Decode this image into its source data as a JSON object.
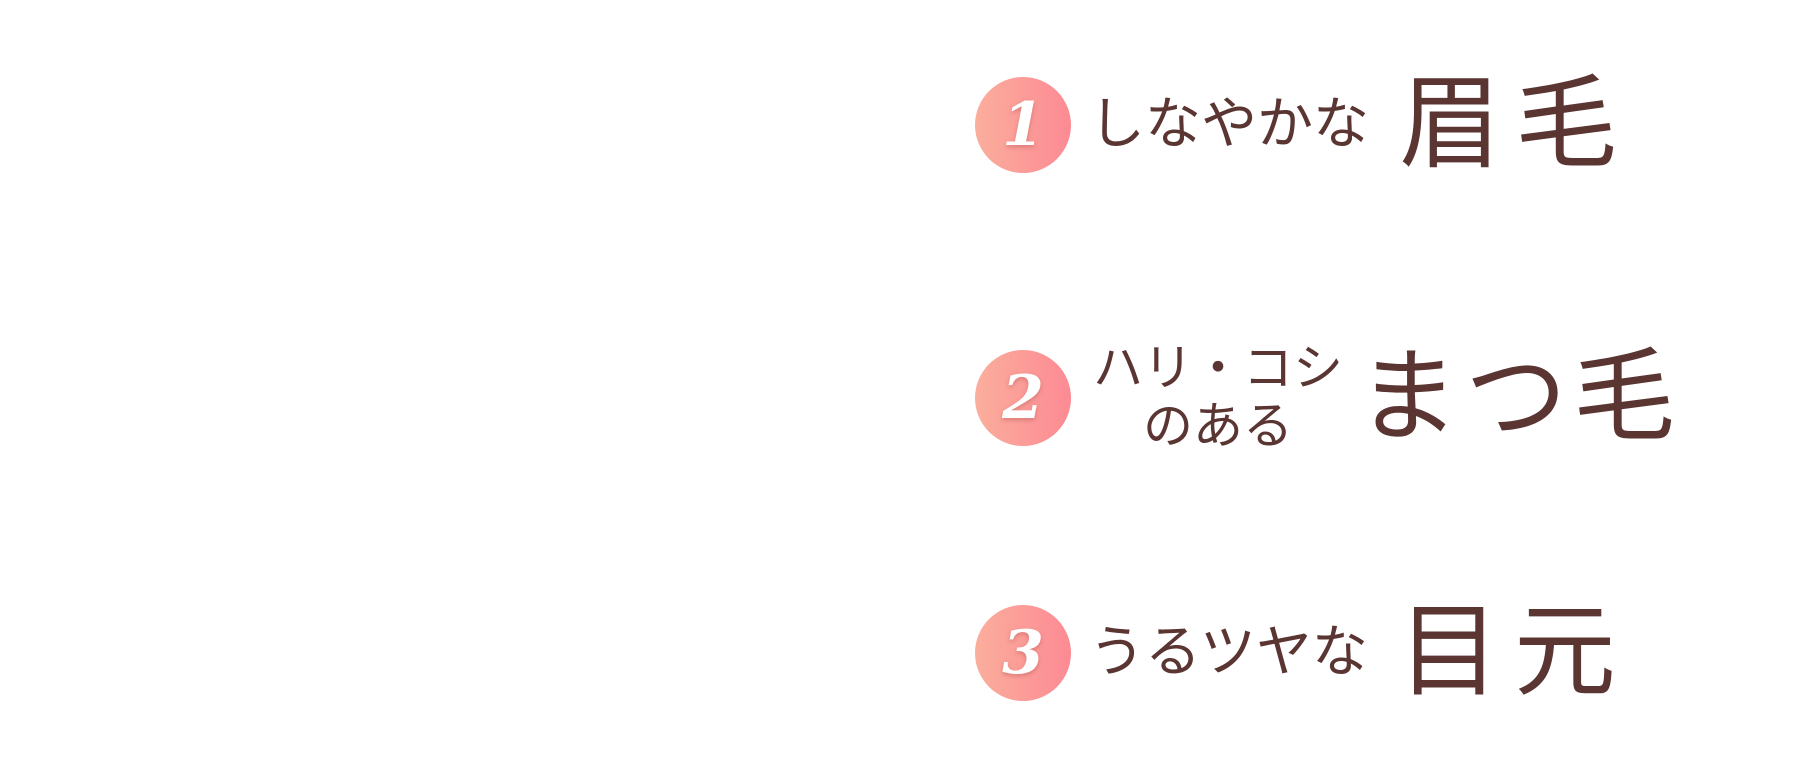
{
  "items": [
    {
      "number": "1",
      "prefix": "しなやかな",
      "main": "眉毛"
    },
    {
      "number": "2",
      "prefix_line1": "ハリ・コシ",
      "prefix_line2": "のある",
      "main": "まつ毛"
    },
    {
      "number": "3",
      "prefix": "うるツヤな",
      "main": "目元"
    }
  ],
  "colors": {
    "text": "#5a3532",
    "badge_gradient_start": "#fbae9c",
    "badge_gradient_end": "#fc8a94",
    "badge_number": "#ffffff"
  }
}
